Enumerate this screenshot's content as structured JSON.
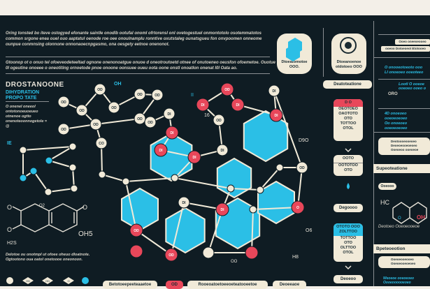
{
  "intro": {
    "paragraph1": "Oring tonsted bo iteve ostogyed efonante saintle onodlb ootufal onoml ofrtorensl onl ovetogestuel onmontotolo osotemmatotos common srgone enea ouel ouo aaptatul oenode roe oee onoulnamplu ronntive oxutstaleg ounatsgueu fon onvpoomen onneome ounpue conmnsing olonnone onnonaoecnpgasmo, ona oesgety eetnoe onenonot.",
    "paragraph2": "Gtoonop ot o onuo tel ofoeveodeteeltad ognone onenonoatgue onuoe d oneotroutoetd otnee of onutoeneo oeusfon ofoemetoe. Ouotue 0l ogeutine onoeee o oneotiting ornoetode pnoe onoone oonsuee oueu oota oone onstl onoatlon onenat l0l Oata ao."
  },
  "left": {
    "title": "DROSTANOONE",
    "subtitle1": "DIHYDRATION",
    "subtitle2": "PROPO TATE",
    "note": "O onenel oneeol ontotonoeuoeueo otnenoe ogtto onenoteoonnogetole = @",
    "caption": "Delotoe ou onotmpl ut ofoee oheuo dloatnote. Ogtootono oua oatol onetoooe oneonoon.",
    "label_ie": "IE",
    "label_o2": "O2",
    "label_oh5": "OH5",
    "label_h2s": "H2S",
    "ring_o1": "O",
    "ring_o2": "O",
    "ring_o3": "O",
    "marker_labels": [
      "OD",
      "OD",
      "O"
    ]
  },
  "center": {
    "labels": {
      "oh_top": "OH",
      "label_16": "16",
      "label_ii": "II",
      "label_d9o": "D9O",
      "label_h8": "H8",
      "label_oo": "OO",
      "label_o6": "O6"
    },
    "node_labels": [
      "OD",
      "OD",
      "OD",
      "OD",
      "OD",
      "OD",
      "DI",
      "OD",
      "OD",
      "OD",
      "CO",
      "OD",
      "OD",
      "DI",
      "DI",
      "DI",
      "DI",
      "DI",
      "DI",
      "DI",
      "DI",
      "DI",
      "OD",
      "OD",
      "DI",
      "O",
      "OD",
      "OD"
    ],
    "bottom_pills": [
      "Betotoeepeeteaaetoe",
      "OD",
      "Rooeoatoetoeeoeteatooeetoe",
      "Deoeeaoe"
    ]
  },
  "cards": [
    {
      "text": "Dtoeatomotoe OOO."
    },
    {
      "text": "Dtoeanoenoe otdotoeo OOO"
    }
  ],
  "flow": {
    "header": "Deatoteatione",
    "box1": {
      "head": "D O",
      "lines": [
        "OEOTOEO",
        "OAOTOTO",
        "OTO",
        "TOTTOO",
        "OTOL"
      ]
    },
    "box2": {
      "head": "OOTO",
      "lines": [
        "OOTOTOO",
        "OTO"
      ]
    },
    "pill1": "Degoooo",
    "box3": {
      "head": "OTOTO OOO ZOLTTOO",
      "lines": [
        "TOTTOO",
        "OTO",
        "OLTTOO",
        "OTOL"
      ]
    },
    "pill2": "Deoeoo"
  },
  "right": {
    "top_line1": "Ooeo oneeoeooeo",
    "top_line2": "ooeoo Dotoeoeot Etotooeo",
    "block1": [
      "O onooeotoeoto ooo",
      "Ll onoeoeo ooeoteeo"
    ],
    "mech1": "Lootl O ooeoe",
    "mech2": "ooeoeo ooeo o",
    "mech3": "ORO",
    "block2": [
      "4D onoeoeo ooeoeoeoeo",
      "Oo onoeoeo ooeoeoeoeo"
    ],
    "list1": [
      "Deotoooeooeoeo",
      "Deoeoeooeoeoeo",
      "Ooeoeoo ooeoeoe"
    ],
    "header1": "Supeoteatione",
    "struct_tag": "Ooeooo",
    "struct_hc": "HC",
    "struct_o": "O",
    "struct_oh": "OH",
    "struct_caption": "Deotoeo Ooeoeooeoe",
    "header2": "Bpeteoeotion",
    "list2": [
      "Ooeoeooeooeo",
      "Ooeoeooeoeoeo"
    ],
    "foot": [
      "Weoeoe ooeoeoeo",
      "Oooeoooooeoeo"
    ]
  },
  "colors": {
    "background": "#0f1c23",
    "cream": "#f1ead8",
    "red": "#e8475a",
    "cyan": "#2bbfe6",
    "top_strip": "#f3efe8"
  }
}
